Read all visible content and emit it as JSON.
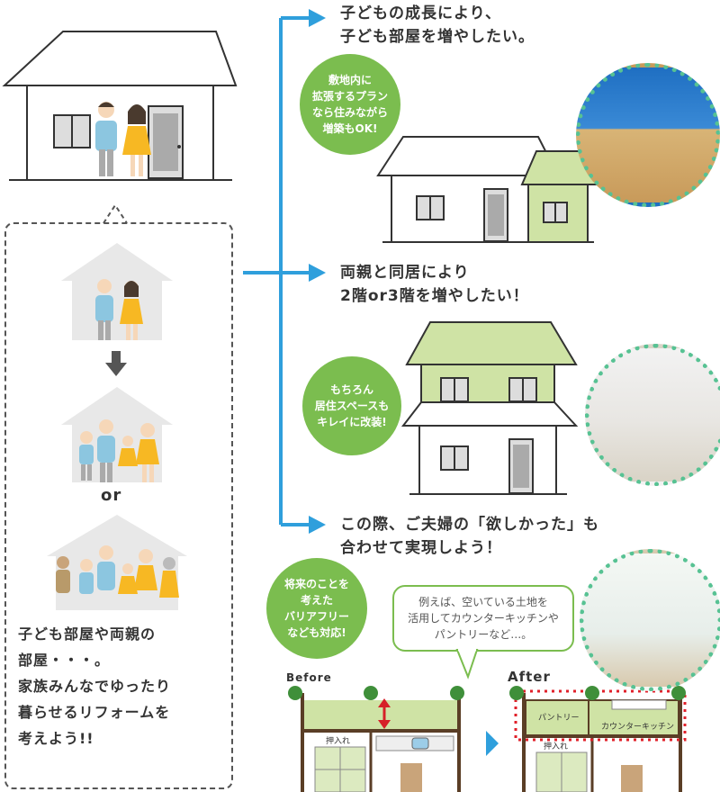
{
  "top_right_1": {
    "text": "子どもの成長により、\n子ども部屋を増やしたい。"
  },
  "top_right_2": {
    "text": "両親と同居により\n2階or3階を増やしたい！"
  },
  "top_right_3": {
    "text": "この際、ご夫婦の「欲しかった」も\n合わせて実現しよう！"
  },
  "bubble_1": {
    "text": "敷地内に\n拡張するプラン\nなら住みながら\n増築もOK!"
  },
  "bubble_2": {
    "text": "もちろん\n居住スペースも\nキレイに改装!"
  },
  "bubble_3": {
    "text": "将来のことを\n考えた\nバリアフリー\nなども対応!"
  },
  "speech": {
    "text": "例えば、空いている土地を\n活用してカウンターキッチンや\nパントリーなど…。"
  },
  "left_panel": {
    "or_label": "or",
    "caption": "子ども部屋や両親の\n部屋・・・。\n家族みんなでゆったり\n暮らせるリフォームを\n考えよう!!"
  },
  "plan": {
    "before_label": "Before",
    "after_label": "After",
    "closet_label": "押入れ",
    "pantry_label": "パントリー",
    "kitchen_label": "カウンターキッチン"
  },
  "colors": {
    "accent_blue": "#2f9fdc",
    "extension_green": "#cfe3a5",
    "bubble_green": "#7bbd4f",
    "photo_border": "#57c293",
    "highlight_red": "#e0202a"
  }
}
